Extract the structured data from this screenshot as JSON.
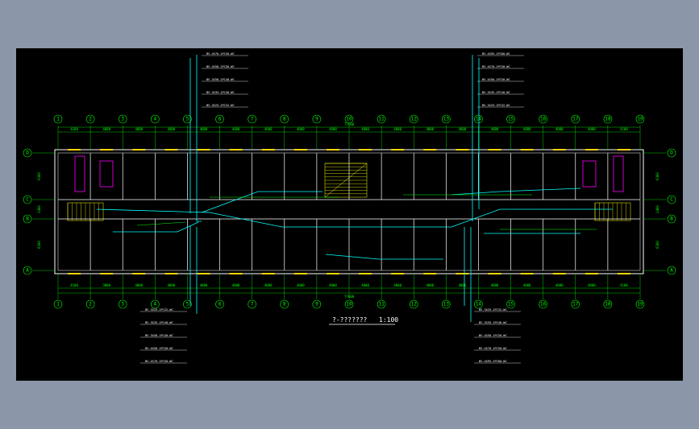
{
  "drawing": {
    "title": "?-??????? ",
    "scale": "1:100",
    "axes_top": [
      "1",
      "2",
      "3",
      "4",
      "5",
      "6",
      "7",
      "8",
      "9",
      "10",
      "11",
      "12",
      "13",
      "14",
      "15",
      "16",
      "17",
      "18",
      "19"
    ],
    "axes_bottom": [
      "1",
      "2",
      "3",
      "4",
      "5",
      "6",
      "7",
      "8",
      "9",
      "10",
      "11",
      "12",
      "13",
      "14",
      "15",
      "16",
      "17",
      "18",
      "19"
    ],
    "axes_left": [
      "D",
      "C",
      "B",
      "A"
    ],
    "axes_right": [
      "D",
      "C",
      "B",
      "A"
    ],
    "dims_top": [
      "4100",
      "4000",
      "4000",
      "4000",
      "4000",
      "4000",
      "4000",
      "4000",
      "4000",
      "4000",
      "4000",
      "4000",
      "4000",
      "4000",
      "4000",
      "4000",
      "4000",
      "4100"
    ],
    "dims_bottom": [
      "4100",
      "3800",
      "4000",
      "4000",
      "4000",
      "4000",
      "4000",
      "4000",
      "4000",
      "4000",
      "4000",
      "4000",
      "4000",
      "4000",
      "4000",
      "4000",
      "4000",
      "4100"
    ],
    "total_top": "77600",
    "total_bottom": "77600",
    "dims_left": [
      "6300",
      "2400",
      "6300"
    ],
    "dims_right": [
      "6300",
      "2400",
      "6300"
    ],
    "riser_labels_top_left": [
      "BV-4X70-1PC50-WC",
      "BV-4X50-1PC50-WC",
      "BV-3X50-1PC40-WC",
      "BV-3X35-1PC40-WC",
      "BV-3X25-1PC32-WC"
    ],
    "riser_labels_top_right": [
      "BV-4X95-1PC80-WC",
      "BV-4X70-1PC50-WC",
      "BV-4X50-1PC50-WC",
      "BV-3X35-1PC40-WC",
      "BV-3X25-1PC32-WC"
    ],
    "riser_labels_bottom_left": [
      "BV-3X25-1PC32-WC",
      "BV-3X35-1PC40-WC",
      "BV-3X50-1PC40-WC",
      "BV-4X50-1PC50-WC",
      "BV-4X70-1PC50-WC"
    ],
    "riser_labels_bottom_right": [
      "BV-3X25-1PC32-WC",
      "BV-3X35-1PC40-WC",
      "BV-4X50-1PC50-WC",
      "BV-4X70-1PC50-WC",
      "BV-4X95-1PC80-WC"
    ]
  }
}
